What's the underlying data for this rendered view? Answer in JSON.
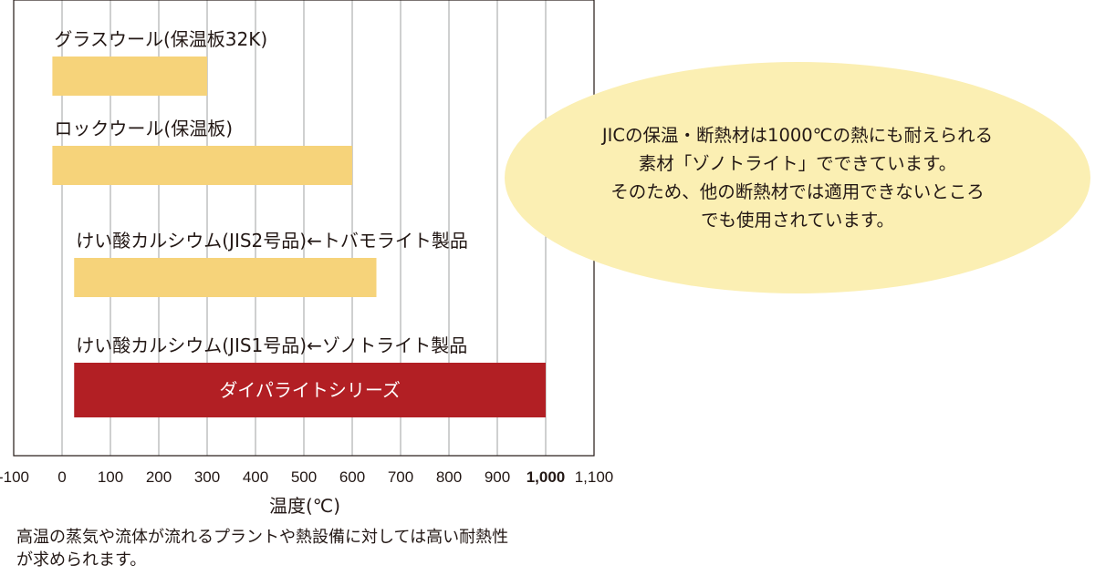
{
  "chart_data": {
    "type": "bar",
    "orientation": "horizontal",
    "categories": [
      "グラスウール(保温板32K)",
      "ロックウール(保温板)",
      "けい酸カルシウム(JIS2号品)←トバモライト製品",
      "けい酸カルシウム(JIS1号品)←ゾノトライト製品"
    ],
    "ranges": [
      {
        "start": -20,
        "end": 300
      },
      {
        "start": -20,
        "end": 600
      },
      {
        "start": 25,
        "end": 650
      },
      {
        "start": 25,
        "end": 1000
      }
    ],
    "bar_labels": [
      "",
      "",
      "",
      "ダイパライトシリーズ"
    ],
    "bar_colors": [
      "#f6d37a",
      "#f6d37a",
      "#f6d37a",
      "#b21f24"
    ],
    "xlim": [
      -100,
      1100
    ],
    "xticks": [
      -100,
      0,
      100,
      200,
      300,
      400,
      500,
      600,
      700,
      800,
      900,
      1000,
      1100
    ],
    "xtick_labels": [
      "-100",
      "0",
      "100",
      "200",
      "300",
      "400",
      "500",
      "600",
      "700",
      "800",
      "900",
      "1,000",
      "1,100"
    ],
    "highlight_tick": "1,000",
    "highlight_color": "#e60012",
    "xlabel": "温度(℃)",
    "grid": "vertical"
  },
  "callout": {
    "lines": [
      "JICの保温・断熱材は1000℃の熱にも耐えられる",
      "素材「ゾノトライト」でできています。",
      "そのため、他の断熱材では適用できないところ",
      "でも使用されています。"
    ],
    "background": "#fbefb3"
  },
  "note": {
    "lines": [
      "高温の蒸気や流体が流れるプラントや熱設備に対しては高い耐熱性",
      "が求められます。"
    ]
  }
}
